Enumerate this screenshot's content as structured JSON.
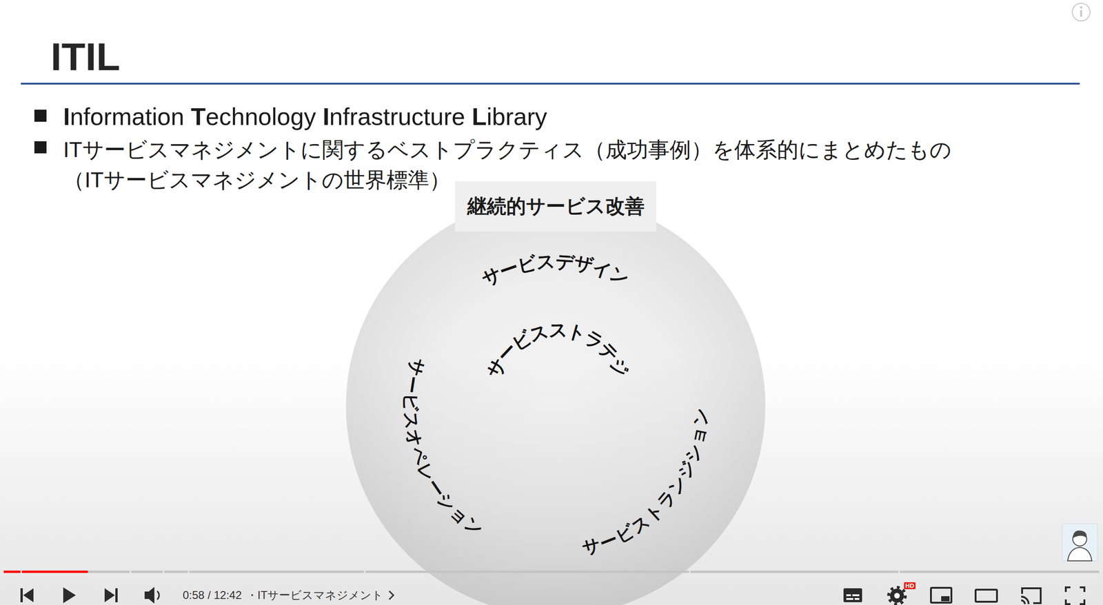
{
  "diagram": {
    "title": "ITIL",
    "nodes": [
      {
        "text": [
          "継続的サービス改善"
        ]
      },
      {
        "text": [
          "サービスデザイン"
        ],
        "in": 0
      },
      {
        "text": [
          "サービストランジション"
        ],
        "in": 0
      },
      {
        "text": [
          "サービスオペレーション"
        ],
        "in": 0
      },
      {
        "text": [
          "サービスストラテジ"
        ],
        "in": 0
      }
    ],
    "labels": [
      "Information Technology Infrastructure Library",
      "ITサービスマネジメントに関するベストプラクティス（成功事例）を体系的にまとめたもの （ITサービスマネジメントの世界標準）",
      "0:58 / 12:42",
      "・ITサービスマネジメント",
      "HD"
    ]
  }
}
